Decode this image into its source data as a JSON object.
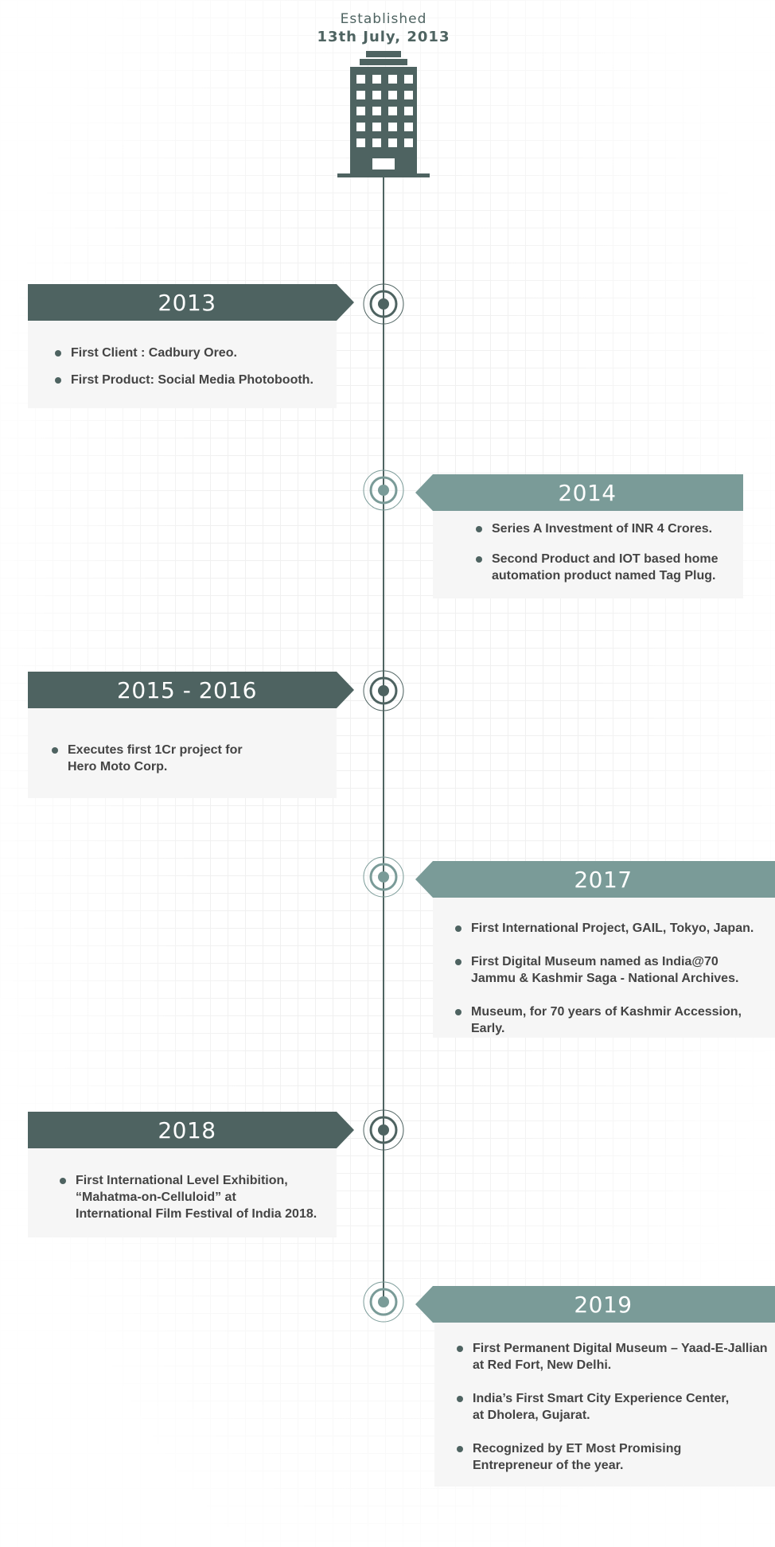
{
  "header": {
    "established_label": "Established",
    "established_date": "13th July, 2013"
  },
  "colors": {
    "dark": "#4e6361",
    "light": "#7a9b98",
    "card": "#f6f6f6",
    "text": "#444444"
  },
  "timeline": [
    {
      "year": "2013",
      "items": [
        "First Client : Cadbury Oreo.",
        "First Product: Social Media Photobooth."
      ]
    },
    {
      "year": "2014",
      "items": [
        "Series A Investment of INR 4 Crores.",
        "Second Product and IOT based home\nautomation product named Tag Plug."
      ]
    },
    {
      "year": "2015 - 2016",
      "items": [
        "Executes first 1Cr project for\nHero Moto Corp."
      ]
    },
    {
      "year": "2017",
      "items": [
        "First International Project, GAIL, Tokyo, Japan.",
        "First Digital Museum named as India@70\nJammu & Kashmir Saga - National Archives.",
        "Museum, for 70 years of Kashmir Accession, Early."
      ]
    },
    {
      "year": "2018",
      "items": [
        "First International Level Exhibition,\n“Mahatma-on-Celluloid” at\nInternational Film Festival of India 2018."
      ]
    },
    {
      "year": "2019",
      "items": [
        "First Permanent Digital Museum – Yaad-E-Jallian\nat Red Fort, New Delhi.",
        "India’s First Smart City Experience Center,\nat Dholera, Gujarat.",
        "Recognized by ET Most Promising\nEntrepreneur of the year."
      ]
    }
  ]
}
